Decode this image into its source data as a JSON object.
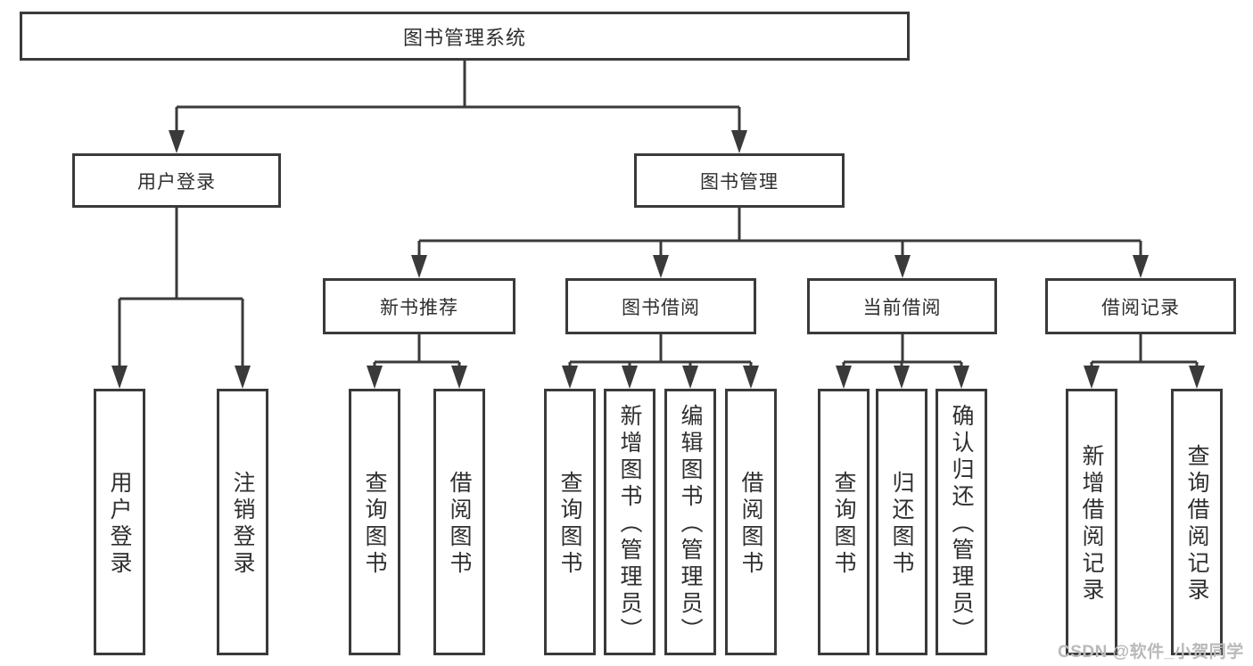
{
  "diagram_title": "图书管理系统",
  "tree": {
    "root": {
      "label": "图书管理系统"
    },
    "branches": [
      {
        "label": "用户登录",
        "children": [
          {
            "label": "用户登录"
          },
          {
            "label": "注销登录"
          }
        ]
      },
      {
        "label": "图书管理",
        "children": [
          {
            "label": "新书推荐",
            "children": [
              {
                "label": "查询图书"
              },
              {
                "label": "借阅图书"
              }
            ]
          },
          {
            "label": "图书借阅",
            "children": [
              {
                "label": "查询图书"
              },
              {
                "label": "新增图书（管理员）"
              },
              {
                "label": "编辑图书（管理员）"
              },
              {
                "label": "借阅图书"
              }
            ]
          },
          {
            "label": "当前借阅",
            "children": [
              {
                "label": "查询图书"
              },
              {
                "label": "归还图书"
              },
              {
                "label": "确认归还（管理员）"
              }
            ]
          },
          {
            "label": "借阅记录",
            "children": [
              {
                "label": "新增借阅记录"
              },
              {
                "label": "查询借阅记录"
              }
            ]
          }
        ]
      }
    ]
  },
  "watermark": {
    "text": "CSDN @软件_小贺同学"
  },
  "colors": {
    "line": "#3a3a3a",
    "text": "#2f2f2f",
    "watermark": "#b9b9b9",
    "background": "#ffffff"
  }
}
